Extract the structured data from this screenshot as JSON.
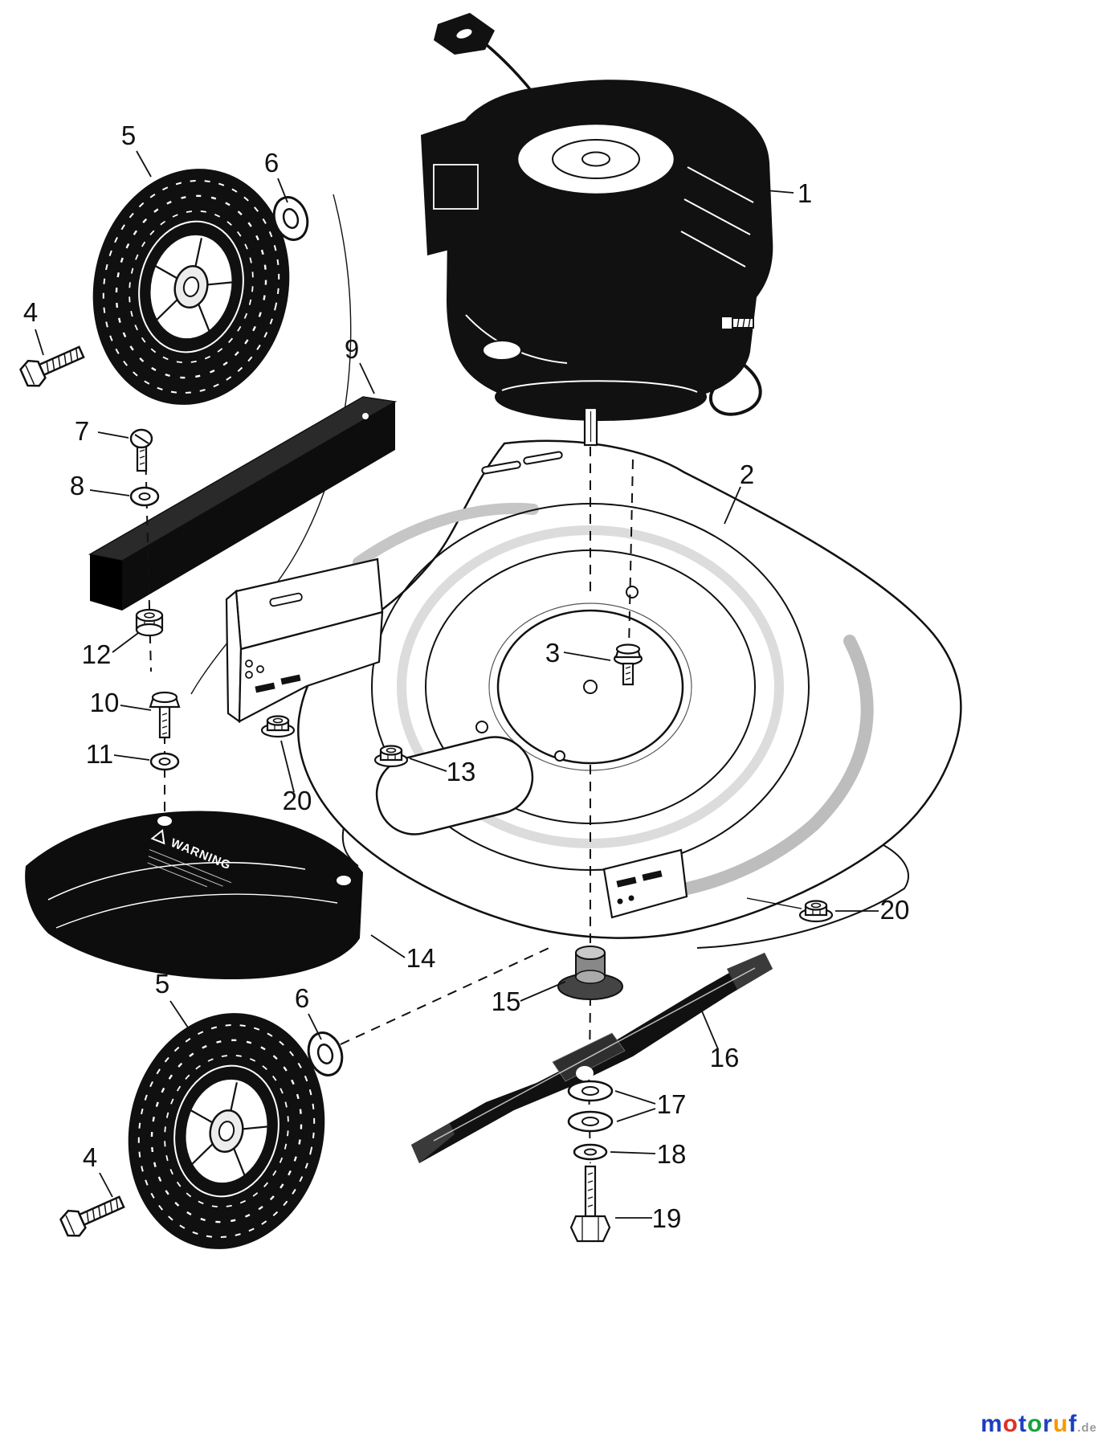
{
  "diagram": {
    "kind": "exploded-parts-diagram",
    "labels": [
      {
        "text": "1"
      },
      {
        "text": "2"
      },
      {
        "text": "3"
      },
      {
        "text": "4"
      },
      {
        "text": "5"
      },
      {
        "text": "6"
      },
      {
        "text": "7"
      },
      {
        "text": "8"
      },
      {
        "text": "9"
      },
      {
        "text": "10"
      },
      {
        "text": "11"
      },
      {
        "text": "12"
      },
      {
        "text": "13"
      },
      {
        "text": "14"
      },
      {
        "text": "15"
      },
      {
        "text": "16"
      },
      {
        "text": "17"
      },
      {
        "text": "18"
      },
      {
        "text": "19"
      },
      {
        "text": "20"
      },
      {
        "text": "20"
      },
      {
        "text": "5"
      },
      {
        "text": "6"
      },
      {
        "text": "4"
      }
    ],
    "warning": {
      "heading": "WARNING"
    }
  },
  "logo": {
    "letters": [
      {
        "ch": "m",
        "color": "#1d3fbf"
      },
      {
        "ch": "o",
        "color": "#e03123"
      },
      {
        "ch": "t",
        "color": "#1d3fbf"
      },
      {
        "ch": "o",
        "color": "#13a538"
      },
      {
        "ch": "r",
        "color": "#1d3fbf"
      },
      {
        "ch": "u",
        "color": "#f59b00"
      },
      {
        "ch": "f",
        "color": "#1d3fbf"
      }
    ],
    "suffix": ".de"
  }
}
